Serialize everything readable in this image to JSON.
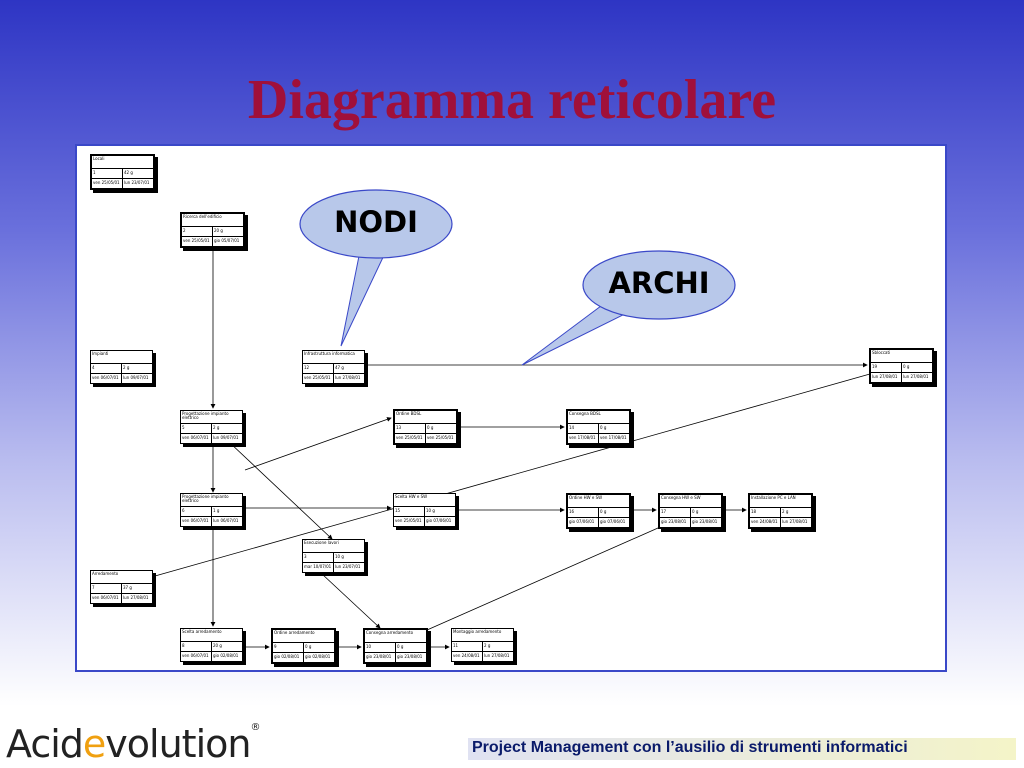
{
  "slide": {
    "title": "Diagramma reticolare",
    "footer": "Project Management con l’ausilio di strumenti informatici",
    "logo": {
      "prefix": "Acid",
      "e": "e",
      "suffix": "volution",
      "reg": "®"
    }
  },
  "callouts": [
    {
      "id": "nodi",
      "label": "NODI"
    },
    {
      "id": "archi",
      "label": "ARCHI"
    }
  ],
  "nodes": [
    {
      "id": "n1",
      "name": "Locali",
      "num": "1",
      "dur": "42 g",
      "start": "ven 25/05/01",
      "end": "lun 23/07/01",
      "critical": true
    },
    {
      "id": "n2",
      "name": "Ricerca dell'edificio",
      "num": "2",
      "dur": "20 g",
      "start": "ven 25/05/01",
      "end": "gio 05/07/01",
      "critical": true
    },
    {
      "id": "n3",
      "name": "Infrastruttura informatica",
      "num": "12",
      "dur": "47 g",
      "start": "ven 25/05/01",
      "end": "lun 27/08/01",
      "critical": false
    },
    {
      "id": "n4",
      "name": "Impianti",
      "num": "4",
      "dur": "2 g",
      "start": "ven 06/07/01",
      "end": "lun 09/07/01",
      "critical": false
    },
    {
      "id": "n5",
      "name": "Sbloccati",
      "num": "19",
      "dur": "0 g",
      "start": "lun 27/08/01",
      "end": "lun 27/08/01",
      "critical": true
    },
    {
      "id": "n6",
      "name": "Progettazione impianto elettrico",
      "num": "5",
      "dur": "2 g",
      "start": "ven 06/07/01",
      "end": "lun 09/07/01",
      "critical": false
    },
    {
      "id": "n7",
      "name": "Ordine BDSL",
      "num": "13",
      "dur": "0 g",
      "start": "ven 25/05/01",
      "end": "ven 25/05/01",
      "critical": true
    },
    {
      "id": "n8",
      "name": "Consegna BDSL",
      "num": "14",
      "dur": "0 g",
      "start": "ven 17/08/01",
      "end": "ven 17/08/01",
      "critical": true
    },
    {
      "id": "n9",
      "name": "Progettazione impianto elettrico",
      "num": "6",
      "dur": "1 g",
      "start": "ven 06/07/01",
      "end": "lun 06/07/01",
      "critical": false
    },
    {
      "id": "n10",
      "name": "Scelta HW e SW",
      "num": "15",
      "dur": "10 g",
      "start": "ven 25/05/01",
      "end": "gio 07/06/01",
      "critical": false
    },
    {
      "id": "n11",
      "name": "Ordine HW e SW",
      "num": "16",
      "dur": "0 g",
      "start": "gio 07/06/01",
      "end": "gio 07/06/01",
      "critical": true
    },
    {
      "id": "n12",
      "name": "Consegna HW e SW",
      "num": "17",
      "dur": "0 g",
      "start": "gio 23/08/01",
      "end": "gio 23/08/01",
      "critical": true
    },
    {
      "id": "n13",
      "name": "Installazione PC e LAN",
      "num": "18",
      "dur": "2 g",
      "start": "ven 24/08/01",
      "end": "lun 27/08/01",
      "critical": true
    },
    {
      "id": "n14",
      "name": "Esecuzione lavori",
      "num": "3",
      "dur": "10 g",
      "start": "mar 10/07/01",
      "end": "lun 23/07/01",
      "critical": false
    },
    {
      "id": "n15",
      "name": "Arredamento",
      "num": "7",
      "dur": "37 g",
      "start": "ven 06/07/01",
      "end": "lun 27/08/01",
      "critical": false
    },
    {
      "id": "n16",
      "name": "Scelta arredamento",
      "num": "8",
      "dur": "20 g",
      "start": "ven 06/07/01",
      "end": "gio 02/08/01",
      "critical": false
    },
    {
      "id": "n17",
      "name": "Ordine arredamento",
      "num": "9",
      "dur": "0 g",
      "start": "gio 02/08/01",
      "end": "gio 02/08/01",
      "critical": true
    },
    {
      "id": "n18",
      "name": "Consegna arredamento",
      "num": "10",
      "dur": "0 g",
      "start": "gio 23/08/01",
      "end": "gio 23/08/01",
      "critical": true
    },
    {
      "id": "n19",
      "name": "Montaggio arredamento",
      "num": "11",
      "dur": "2 g",
      "start": "ven 24/08/01",
      "end": "lun 27/08/01",
      "critical": false
    }
  ]
}
